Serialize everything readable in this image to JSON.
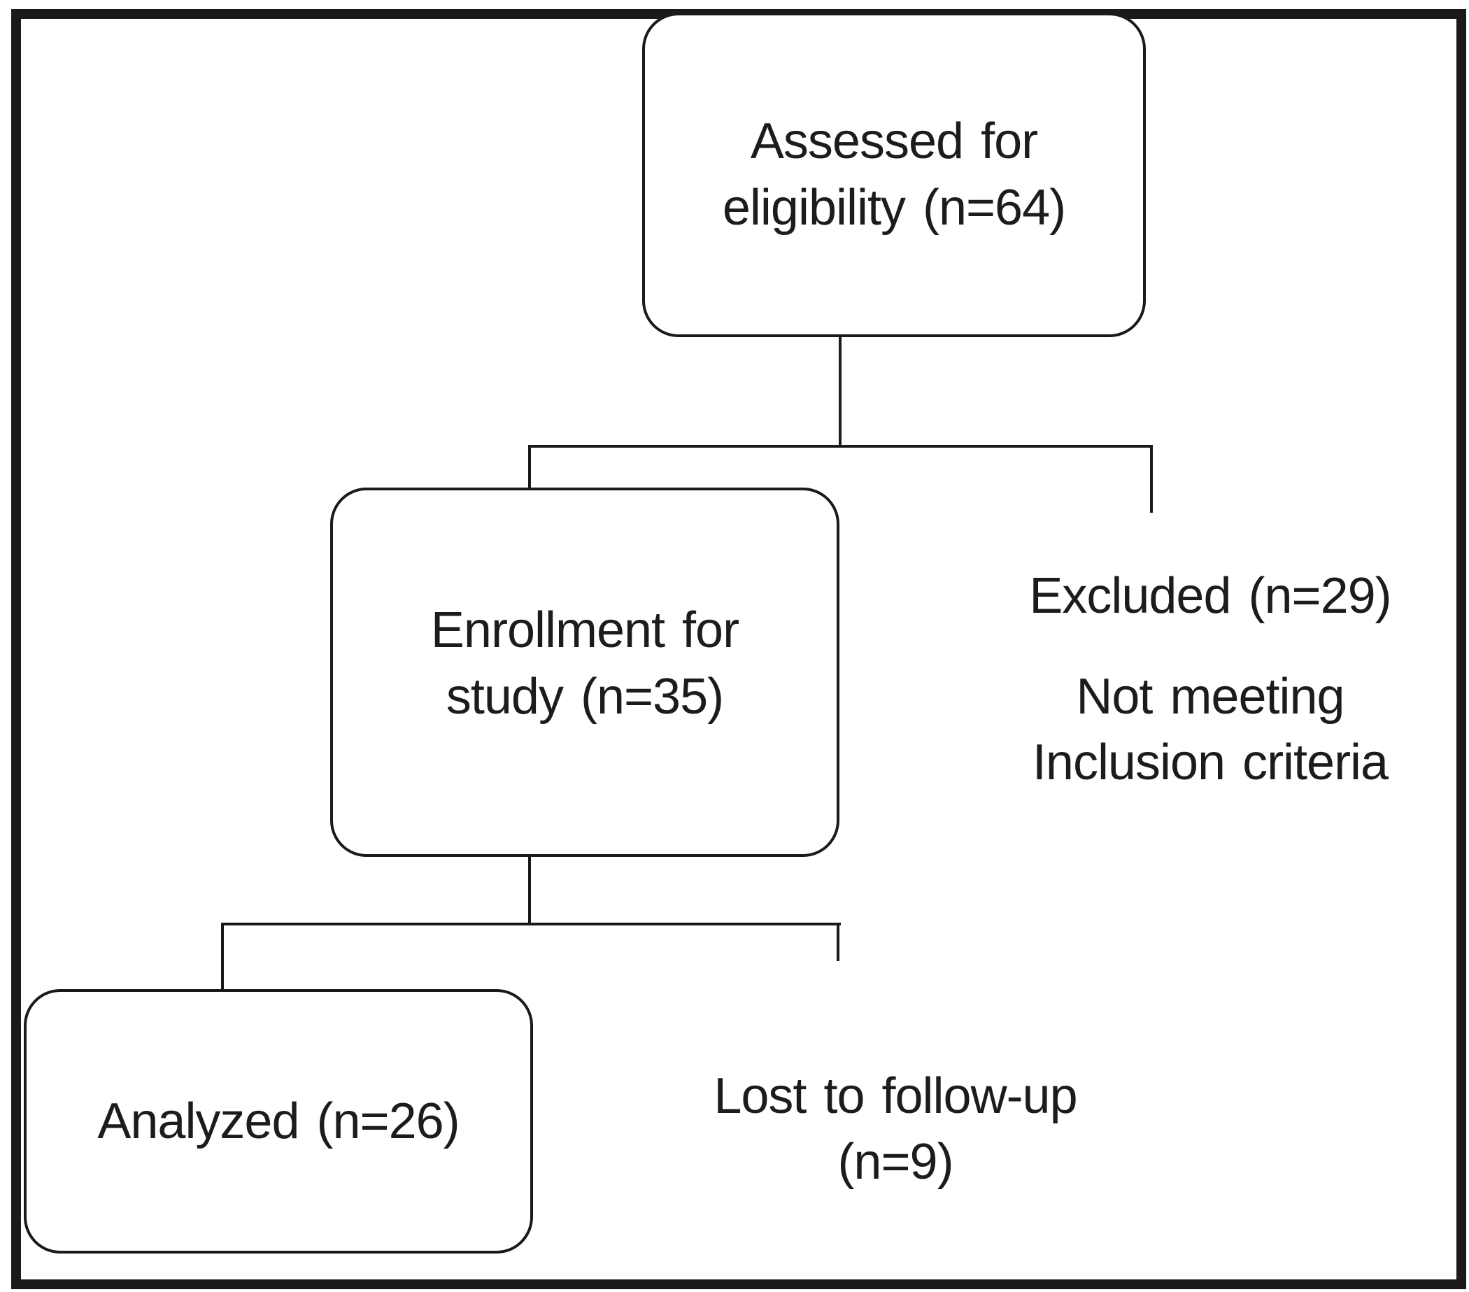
{
  "colors": {
    "line": "#1a1a1a",
    "text": "#1c1c1c",
    "background": "#ffffff"
  },
  "flowchart": {
    "assessed": {
      "line1": "Assessed for",
      "line2": "eligibility (n=64)"
    },
    "enrollment": {
      "line1": "Enrollment for",
      "line2": "study (n=35)"
    },
    "excluded": {
      "line1": "Excluded (n=29)",
      "line2": "Not meeting",
      "line3": "Inclusion criteria"
    },
    "analyzed": {
      "line1": "Analyzed (n=26)"
    },
    "lost_to_followup": {
      "line1": "Lost to follow-up",
      "line2": "(n=9)"
    }
  },
  "counts": {
    "assessed_for_eligibility": 64,
    "enrolled_for_study": 35,
    "excluded": 29,
    "analyzed": 26,
    "lost_to_followup": 9
  }
}
